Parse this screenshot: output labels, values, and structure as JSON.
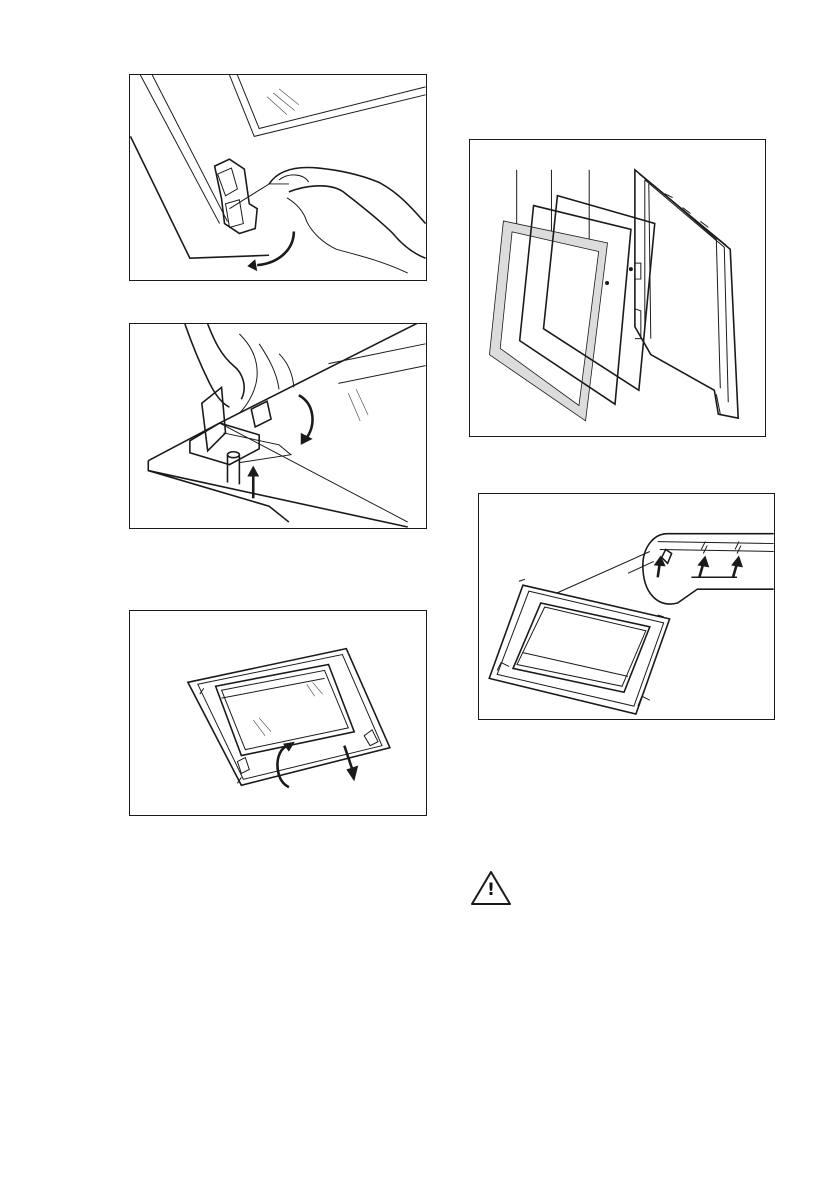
{
  "figures": [
    {
      "id": "fig-1",
      "icon": "hinge-lever-release-illustration"
    },
    {
      "id": "fig-2",
      "icon": "hinge-lock-push-illustration"
    },
    {
      "id": "fig-3",
      "icon": "door-trim-removal-illustration"
    },
    {
      "id": "fig-4",
      "icon": "door-glass-panels-exploded-illustration"
    },
    {
      "id": "fig-5",
      "icon": "door-glass-panel-installation-illustration"
    }
  ],
  "warning": {
    "icon": "warning-triangle-icon",
    "glyph": "!"
  },
  "colors": {
    "line": "#1a1a1a",
    "background": "#ffffff"
  }
}
